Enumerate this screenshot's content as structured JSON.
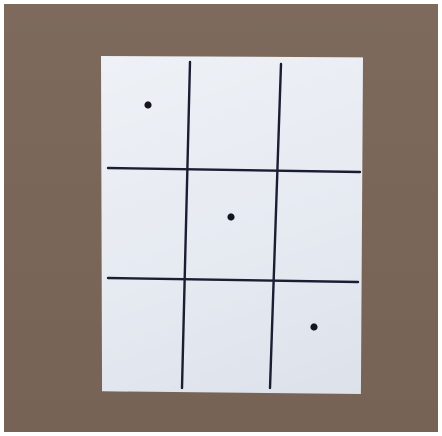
{
  "scene": {
    "description_colors": {
      "frame": "#ffffff",
      "wall": "#7a6658",
      "paper": "#e8ecf2",
      "ink": "#1a1a2e"
    },
    "grid": {
      "rows": 3,
      "cols": 3
    },
    "marked_cells": [
      {
        "row": 1,
        "col": 1
      },
      {
        "row": 2,
        "col": 2
      },
      {
        "row": 3,
        "col": 3
      }
    ]
  }
}
